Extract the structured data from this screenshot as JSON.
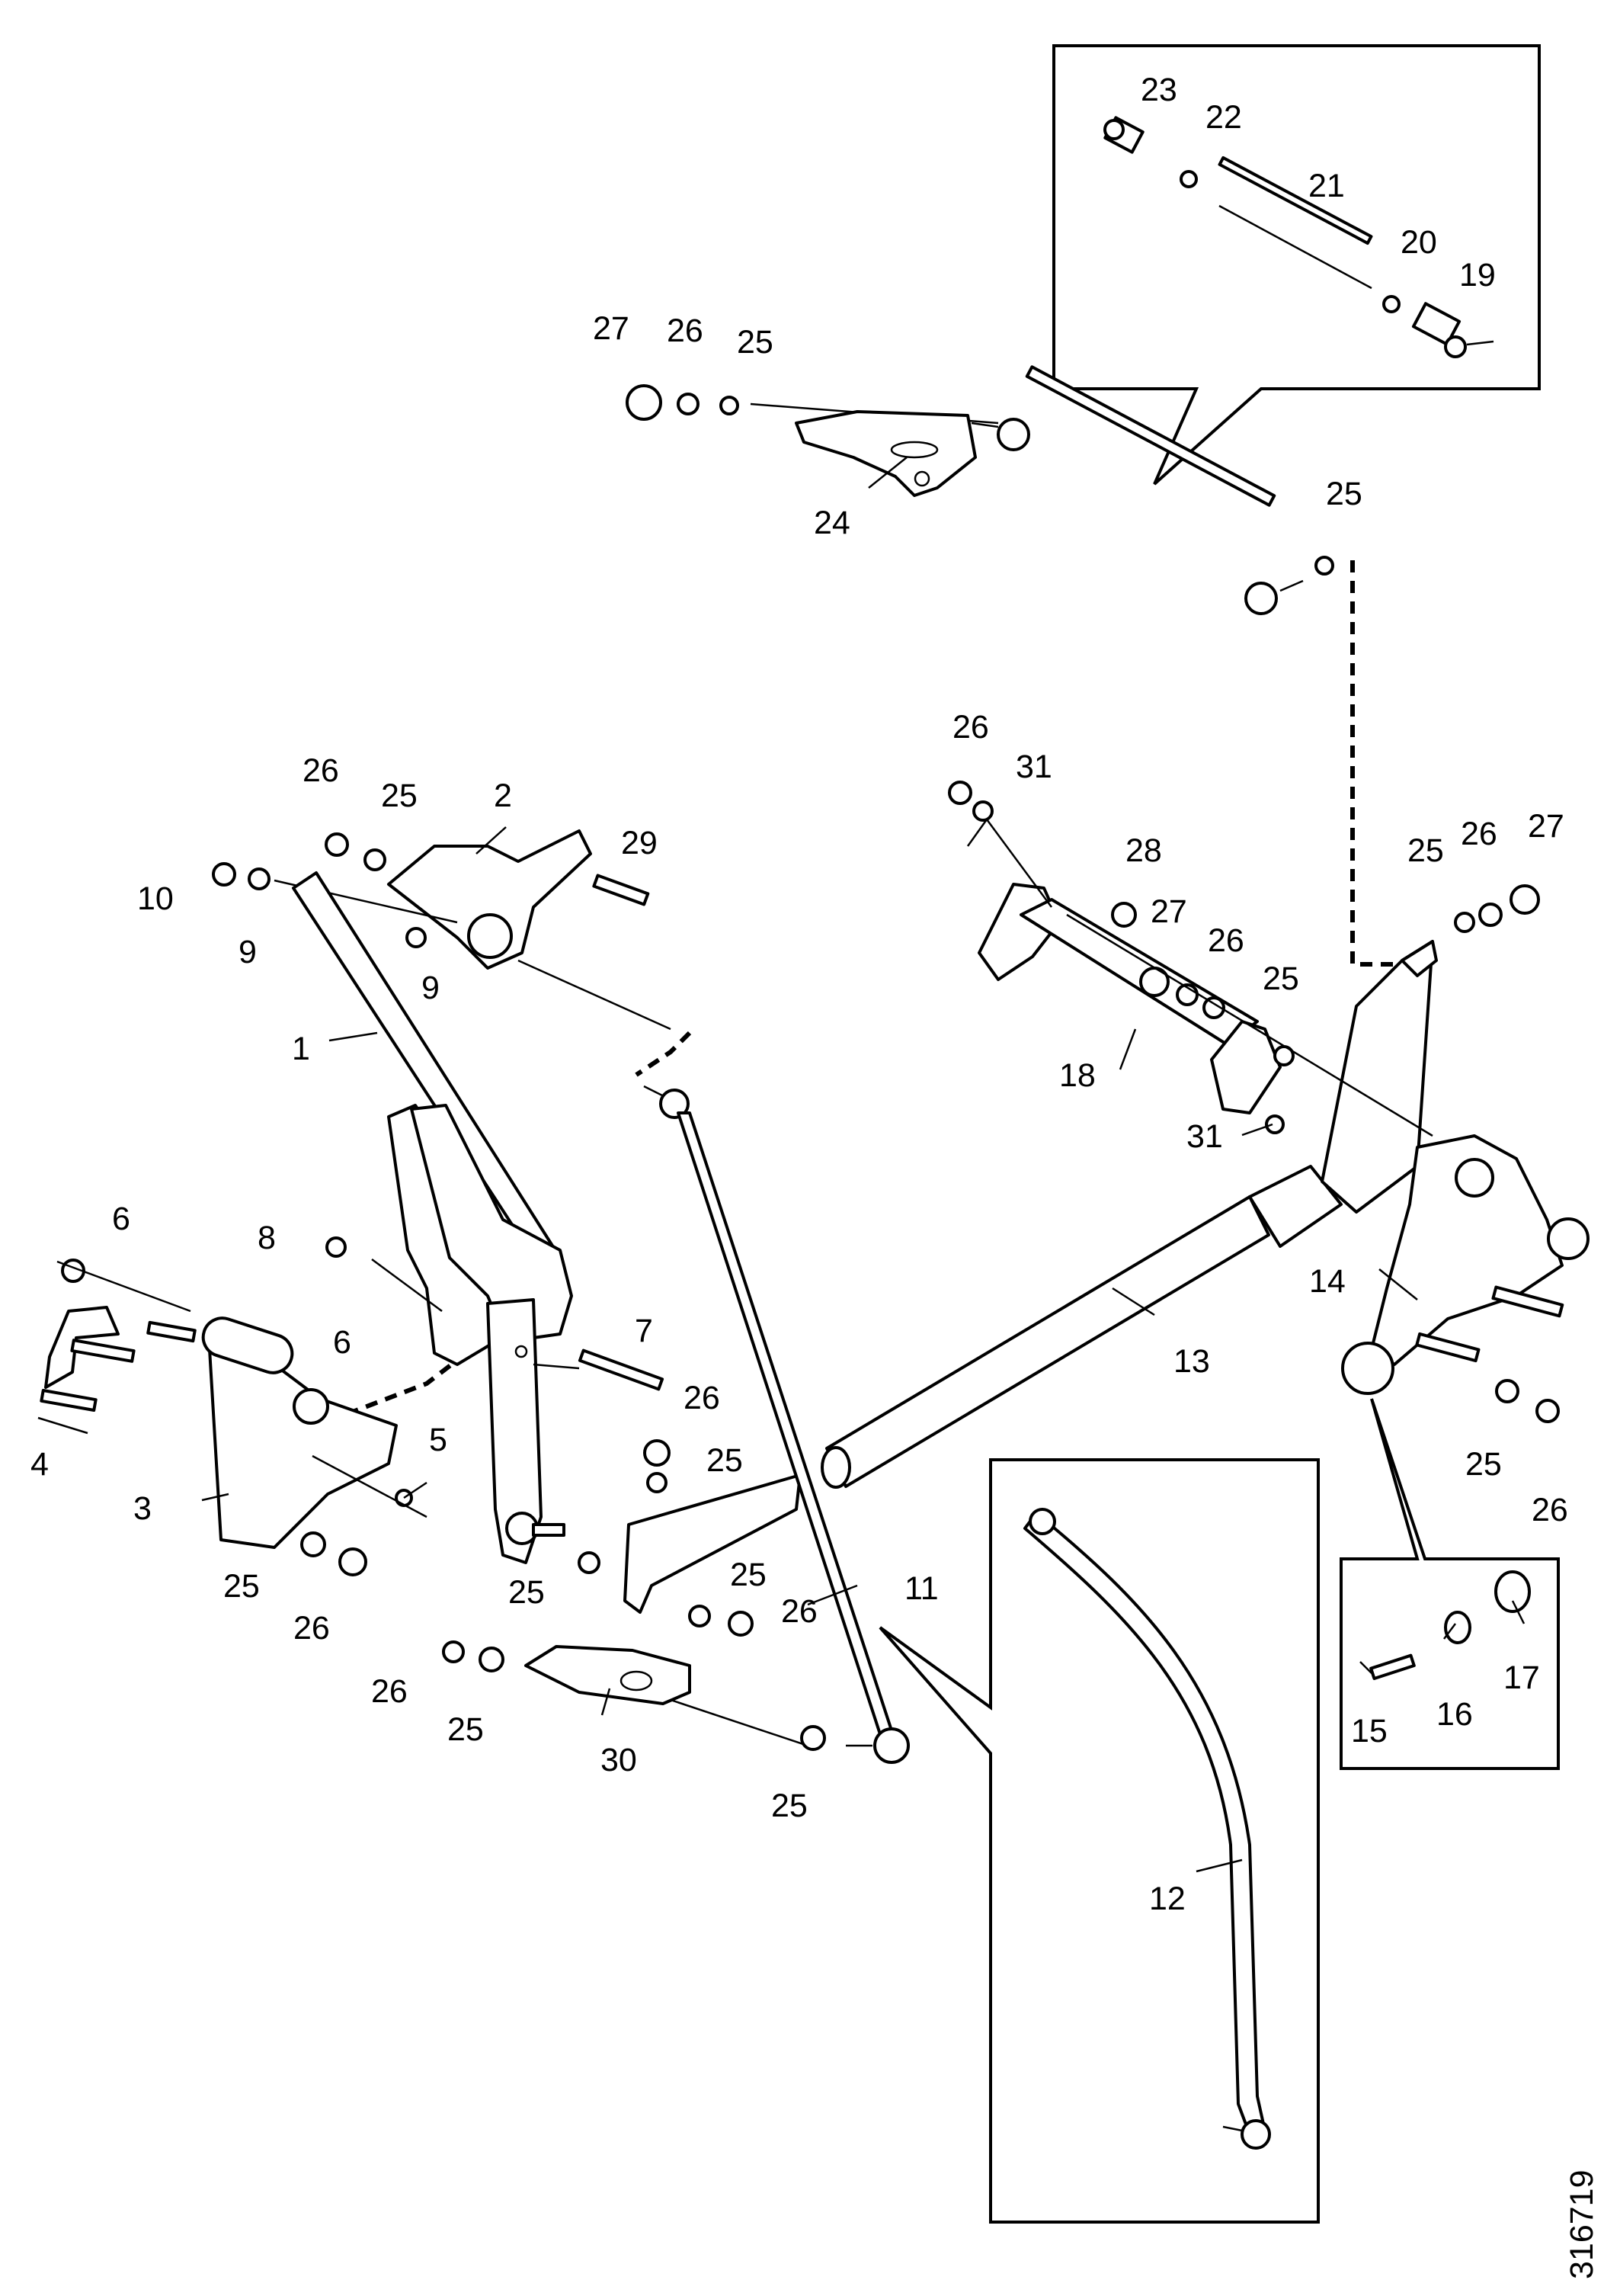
{
  "figure_id": "316719",
  "callout_labels": {
    "1": "1",
    "2": "2",
    "3": "3",
    "4": "4",
    "5": "5",
    "6a": "6",
    "6b": "6",
    "7": "7",
    "8": "8",
    "9a": "9",
    "9b": "9",
    "10": "10",
    "11": "11",
    "12": "12",
    "13": "13",
    "14": "14",
    "15": "15",
    "16": "16",
    "17": "17",
    "18": "18",
    "19": "19",
    "20": "20",
    "21": "21",
    "22": "22",
    "23": "23",
    "24": "24",
    "25a": "25",
    "25b": "25",
    "25c": "25",
    "25d": "25",
    "25e": "25",
    "25f": "25",
    "25g": "25",
    "25h": "25",
    "25i": "25",
    "25j": "25",
    "25k": "25",
    "25l": "25",
    "26a": "26",
    "26b": "26",
    "26c": "26",
    "26d": "26",
    "26e": "26",
    "26f": "26",
    "26g": "26",
    "26h": "26",
    "26i": "26",
    "26j": "26",
    "27a": "27",
    "27b": "27",
    "27c": "27",
    "28": "28",
    "29": "29",
    "30": "30",
    "31a": "31",
    "31b": "31"
  }
}
